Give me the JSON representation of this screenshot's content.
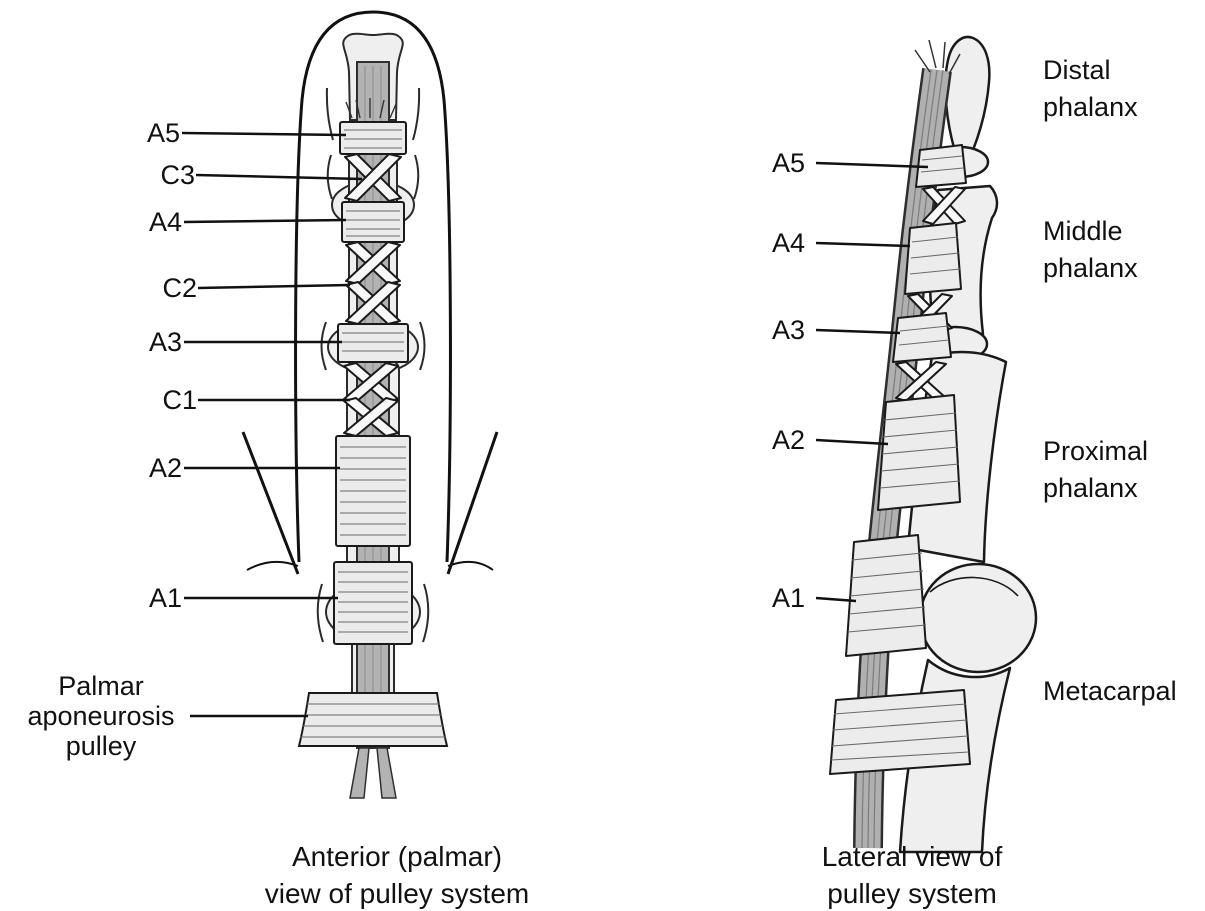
{
  "anterior_view": {
    "caption": [
      "Anterior (palmar)",
      "view of pulley system"
    ],
    "labels": {
      "a5": "A5",
      "c3": "C3",
      "a4": "A4",
      "c2": "C2",
      "a3": "A3",
      "c1": "C1",
      "a2": "A2",
      "a1": "A1",
      "palmar_aponeurosis": [
        "Palmar",
        "aponeurosis",
        "pulley"
      ]
    }
  },
  "lateral_view": {
    "caption": [
      "Lateral view of",
      "pulley system"
    ],
    "labels": {
      "a5": "A5",
      "a4": "A4",
      "a3": "A3",
      "a2": "A2",
      "a1": "A1"
    },
    "bones": {
      "distal": [
        "Distal",
        "phalanx"
      ],
      "middle": [
        "Middle",
        "phalanx"
      ],
      "proximal": [
        "Proximal",
        "phalanx"
      ],
      "metacarpal": [
        "Metacarpal"
      ]
    }
  },
  "colors": {
    "line": "#1a1a1a",
    "bone_fill": "#efefef",
    "tendon_fill": "#b3b3b3",
    "pulley_fill": "#ebebeb",
    "cruciate_fill": "#f8f8f8"
  }
}
